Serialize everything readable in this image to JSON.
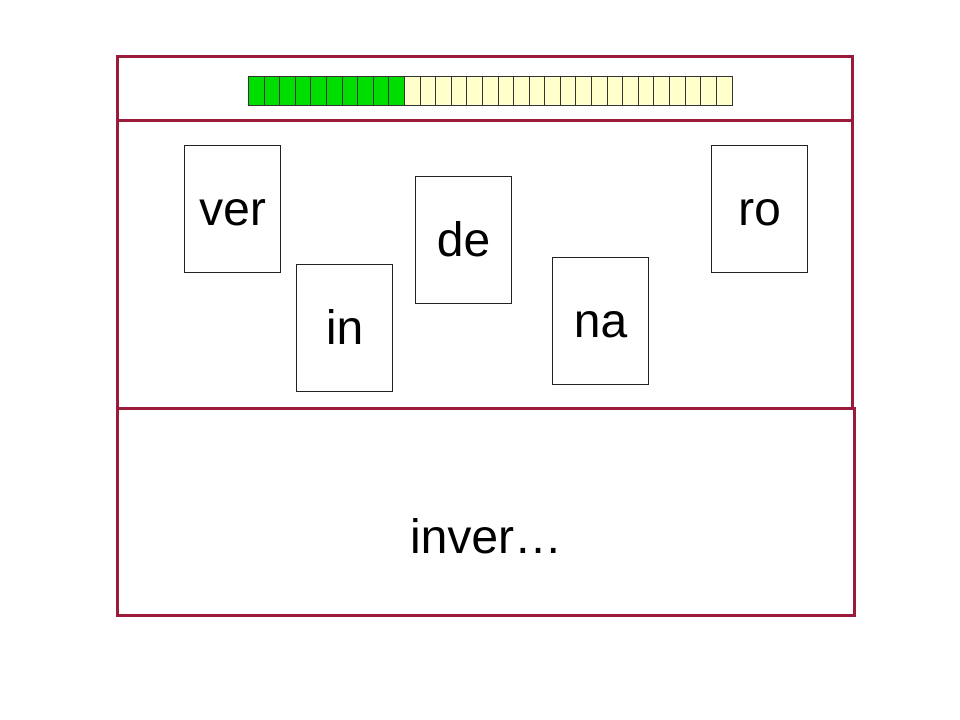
{
  "progress": {
    "total_segments": 31,
    "filled_segments": 10,
    "filled_color": "#00dd00",
    "empty_color": "#ffffcc"
  },
  "tiles": [
    {
      "id": "ver",
      "label": "ver"
    },
    {
      "id": "in",
      "label": "in"
    },
    {
      "id": "de",
      "label": "de"
    },
    {
      "id": "na",
      "label": "na"
    },
    {
      "id": "ro",
      "label": "ro"
    }
  ],
  "answer": {
    "text": "inver…"
  },
  "colors": {
    "panel_border": "#9b1b3a"
  }
}
